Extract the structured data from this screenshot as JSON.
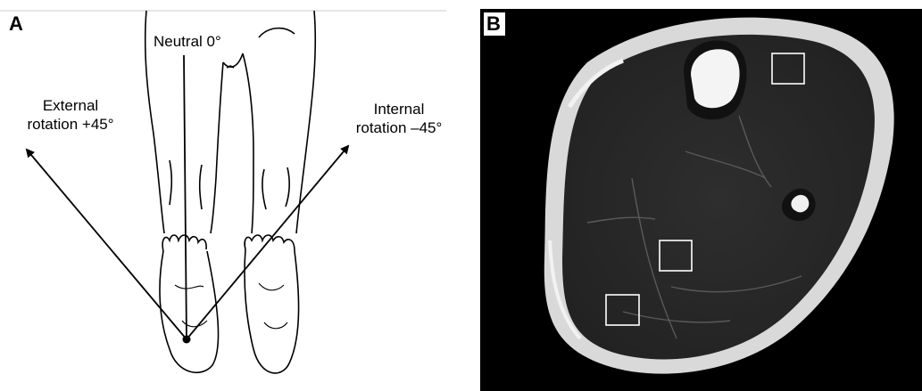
{
  "panel_a": {
    "letter": "A",
    "neutral": "Neutral 0°",
    "external": [
      "External",
      "rotation +45°"
    ],
    "internal": [
      "Internal",
      "rotation –45°"
    ]
  },
  "panel_b": {
    "letter": "B"
  },
  "colors": {
    "line": "#000000",
    "mri_background": "#000000",
    "muscle": "#2a2a2a",
    "fat": "#e8e8e8",
    "roi_box": "#ffffff"
  }
}
